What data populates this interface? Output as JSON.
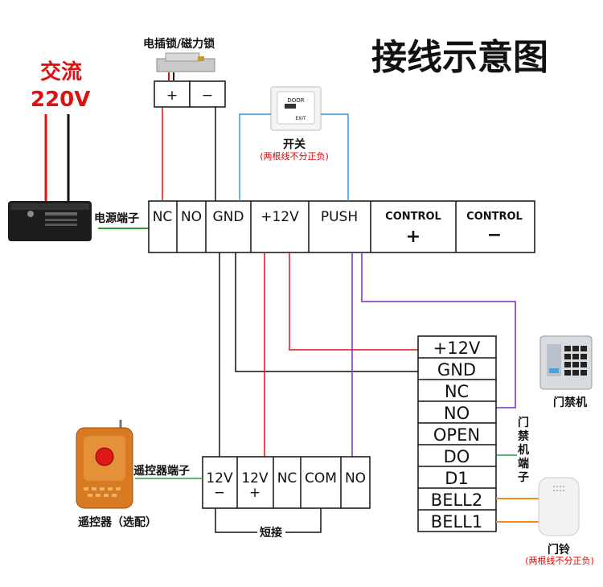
{
  "title": "接线示意图",
  "power_input": {
    "line1": "交流",
    "line2": "220V"
  },
  "lock": {
    "label": "电插锁/磁力锁",
    "plus": "+",
    "minus": "−"
  },
  "exit_switch": {
    "plate_text1": "DOOR",
    "plate_text2": "EXIT",
    "label": "开关",
    "note": "(两根线不分正负)"
  },
  "power_terminal_label": "电源端子",
  "power_terminals": [
    "NC",
    "NO",
    "GND",
    "+12V",
    "PUSH"
  ],
  "control_terminals": [
    {
      "top": "CONTROL",
      "bottom": "+"
    },
    {
      "top": "CONTROL",
      "bottom": "−"
    }
  ],
  "access_terminals": [
    "+12V",
    "GND",
    "NC",
    "NO",
    "OPEN",
    "DO",
    "D1",
    "BELL2",
    "BELL1"
  ],
  "access_terminal_label": [
    "门",
    "禁",
    "机",
    "端",
    "子"
  ],
  "access_machine_label": "门禁机",
  "remote_terminal_label": "遥控器端子",
  "remote_terminals": [
    {
      "top": "12V",
      "bottom": "−"
    },
    {
      "top": "12V",
      "bottom": "+"
    },
    {
      "top": "NC",
      "bottom": ""
    },
    {
      "top": "COM",
      "bottom": ""
    },
    {
      "top": "NO",
      "bottom": ""
    }
  ],
  "short_label": "短接",
  "remote_label": "遥控器（选配）",
  "doorbell": {
    "label": "门铃",
    "note": "(两根线不分正负)"
  },
  "colors": {
    "red": "#e01010",
    "blue": "#3399dd",
    "purple": "#7a2cc9",
    "green": "#2a9d3a",
    "orange": "#f08a1c",
    "black": "#111111"
  }
}
